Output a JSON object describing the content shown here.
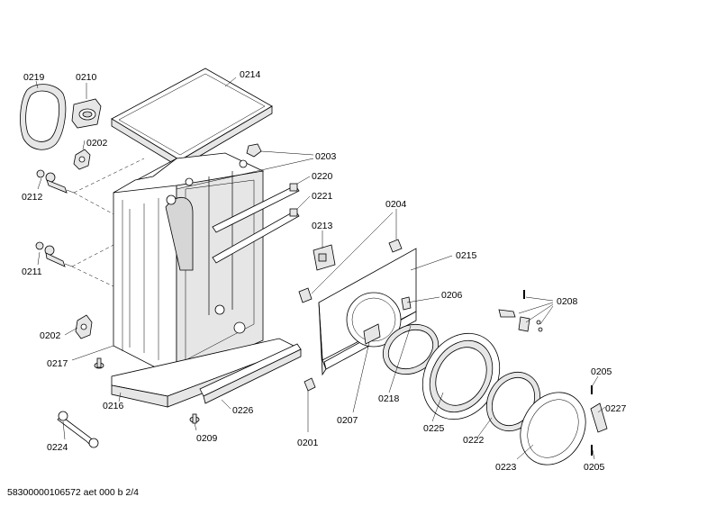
{
  "labels": {
    "p0219": "0219",
    "p0210": "0210",
    "p0214": "0214",
    "p0202a": "0202",
    "p0203": "0203",
    "p0220": "0220",
    "p0212": "0212",
    "p0221": "0221",
    "p0204": "0204",
    "p0213": "0213",
    "p0215": "0215",
    "p0211": "0211",
    "p0206": "0206",
    "p0208": "0208",
    "p0202b": "0202",
    "p0217": "0217",
    "p0205a": "0205",
    "p0218": "0218",
    "p0216": "0216",
    "p0226": "0226",
    "p0227": "0227",
    "p0207": "0207",
    "p0225": "0225",
    "p0209": "0209",
    "p0222": "0222",
    "p0224": "0224",
    "p0201": "0201",
    "p0223": "0223",
    "p0205b": "0205"
  },
  "footer": "58300000106572 aet 000 b 2/4"
}
